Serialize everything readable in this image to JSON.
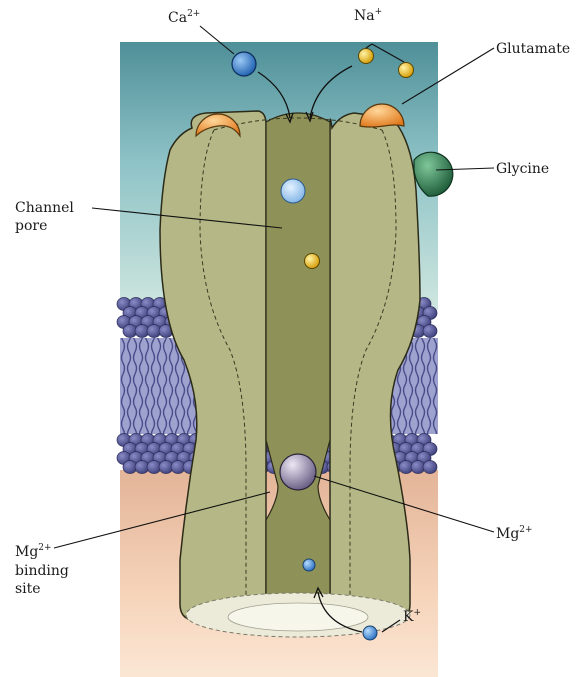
{
  "labels": {
    "ca_base": "Ca",
    "ca_sup": "2+",
    "na_base": "Na",
    "na_sup": "+",
    "glutamate": "Glutamate",
    "glycine": "Glycine",
    "channel_line1": "Channel",
    "channel_line2": "pore",
    "mg_base": "Mg",
    "mg_sup": "2+",
    "mg_site_base": "Mg",
    "mg_site_sup": "2+",
    "mg_site_line2": "binding",
    "mg_site_line3": "site",
    "k_base": "K",
    "k_sup": "+"
  },
  "colors": {
    "extracellular": "#8fc4c9",
    "intracellular": "#f4cdb0",
    "membrane_heads": "#5d5f9e",
    "membrane_tails": "#8f93c4",
    "protein": "#b3b685",
    "pore": "#8e9158",
    "glutamate": "#f5a033",
    "glycine": "#2e7d52",
    "calcium": "#3f86d9",
    "sodium": "#f2c81b",
    "magnesium": "#8f86a6",
    "potassium": "#3f8fde"
  }
}
